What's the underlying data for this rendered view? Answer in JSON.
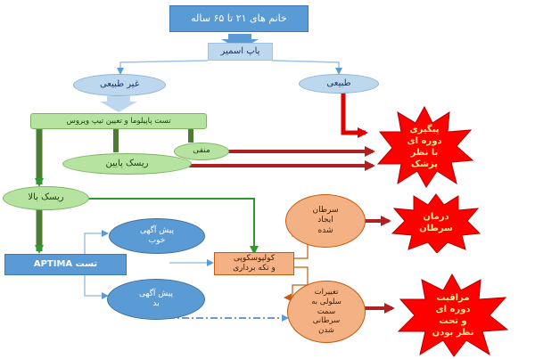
{
  "nodes": {
    "women": "خانم های ۲۱ تا ۶۵ ساله",
    "pap": "پاپ اسمیر",
    "abnormal": "غیر طبیعی",
    "normal": "طبیعی",
    "hpv_test": "تست پاپیلوما و تعیین تیپ ویروس",
    "negative": "منفی",
    "low_risk": "ریسک پایین",
    "high_risk": "ریسک بالا",
    "aptima": "تست APTIMA",
    "good_prognosis": "پیش آگهی\nخوب",
    "bad_prognosis": "پیش آگهی\nبد",
    "colposcopy": "کولپوسکوپی\nو تکه برداری",
    "cancer_formed": "سرطان\nایجاد\nشده",
    "cell_changes": "تغییرات\nسلولی به\nسمت\nسرطانی\nشدن",
    "followup": "پیگیری\nدوره ای\nبا نظر\nپزشک",
    "cancer_treatment": "درمان\nسرطان",
    "periodic_care": "مراقبت\nدوره ای\nو تحت\nنظر بودن"
  },
  "colors": {
    "blue": "#5b9bd5",
    "light_blue": "#bdd7ee",
    "green": "#b7e3a0",
    "dark_green": "#4e7c35",
    "orange": "#f4b183",
    "red": "#e00000",
    "dark_red": "#b02020"
  }
}
